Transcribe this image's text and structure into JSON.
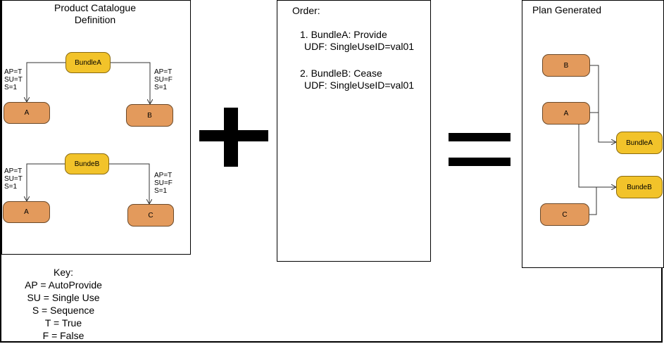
{
  "catalogue": {
    "title_line1": "Product Catalogue",
    "title_line2": "Definition",
    "bundle_a": "BundleA",
    "bundle_b": "BundeB",
    "node_a1": "A",
    "node_b": "B",
    "node_a2": "A",
    "node_c": "C",
    "label_a_left": [
      "AP=T",
      "SU=T",
      "S=1"
    ],
    "label_a_right": [
      "AP=T",
      "SU=F",
      "S=1"
    ],
    "label_b_left": [
      "AP=T",
      "SU=T",
      "S=1"
    ],
    "label_b_right": [
      "AP=T",
      "SU=F",
      "S=1"
    ]
  },
  "order": {
    "title": "Order:",
    "item1_line1": "1. BundleA: Provide",
    "item1_line2": "UDF: SingleUseID=val01",
    "item2_line1": "2. BundleB: Cease",
    "item2_line2": "UDF: SingleUseID=val01"
  },
  "plan": {
    "title": "Plan Generated",
    "node_b": "B",
    "node_a": "A",
    "node_c": "C",
    "bundle_a": "BundleA",
    "bundle_b": "BundeB"
  },
  "key": {
    "title": "Key:",
    "lines": [
      "AP = AutoProvide",
      "SU = Single Use",
      "S = Sequence",
      "T = True",
      "F = False"
    ]
  },
  "colors": {
    "component_fill": "#e39a5c",
    "bundle_fill": "#f2c32a",
    "operator": "#000000"
  }
}
